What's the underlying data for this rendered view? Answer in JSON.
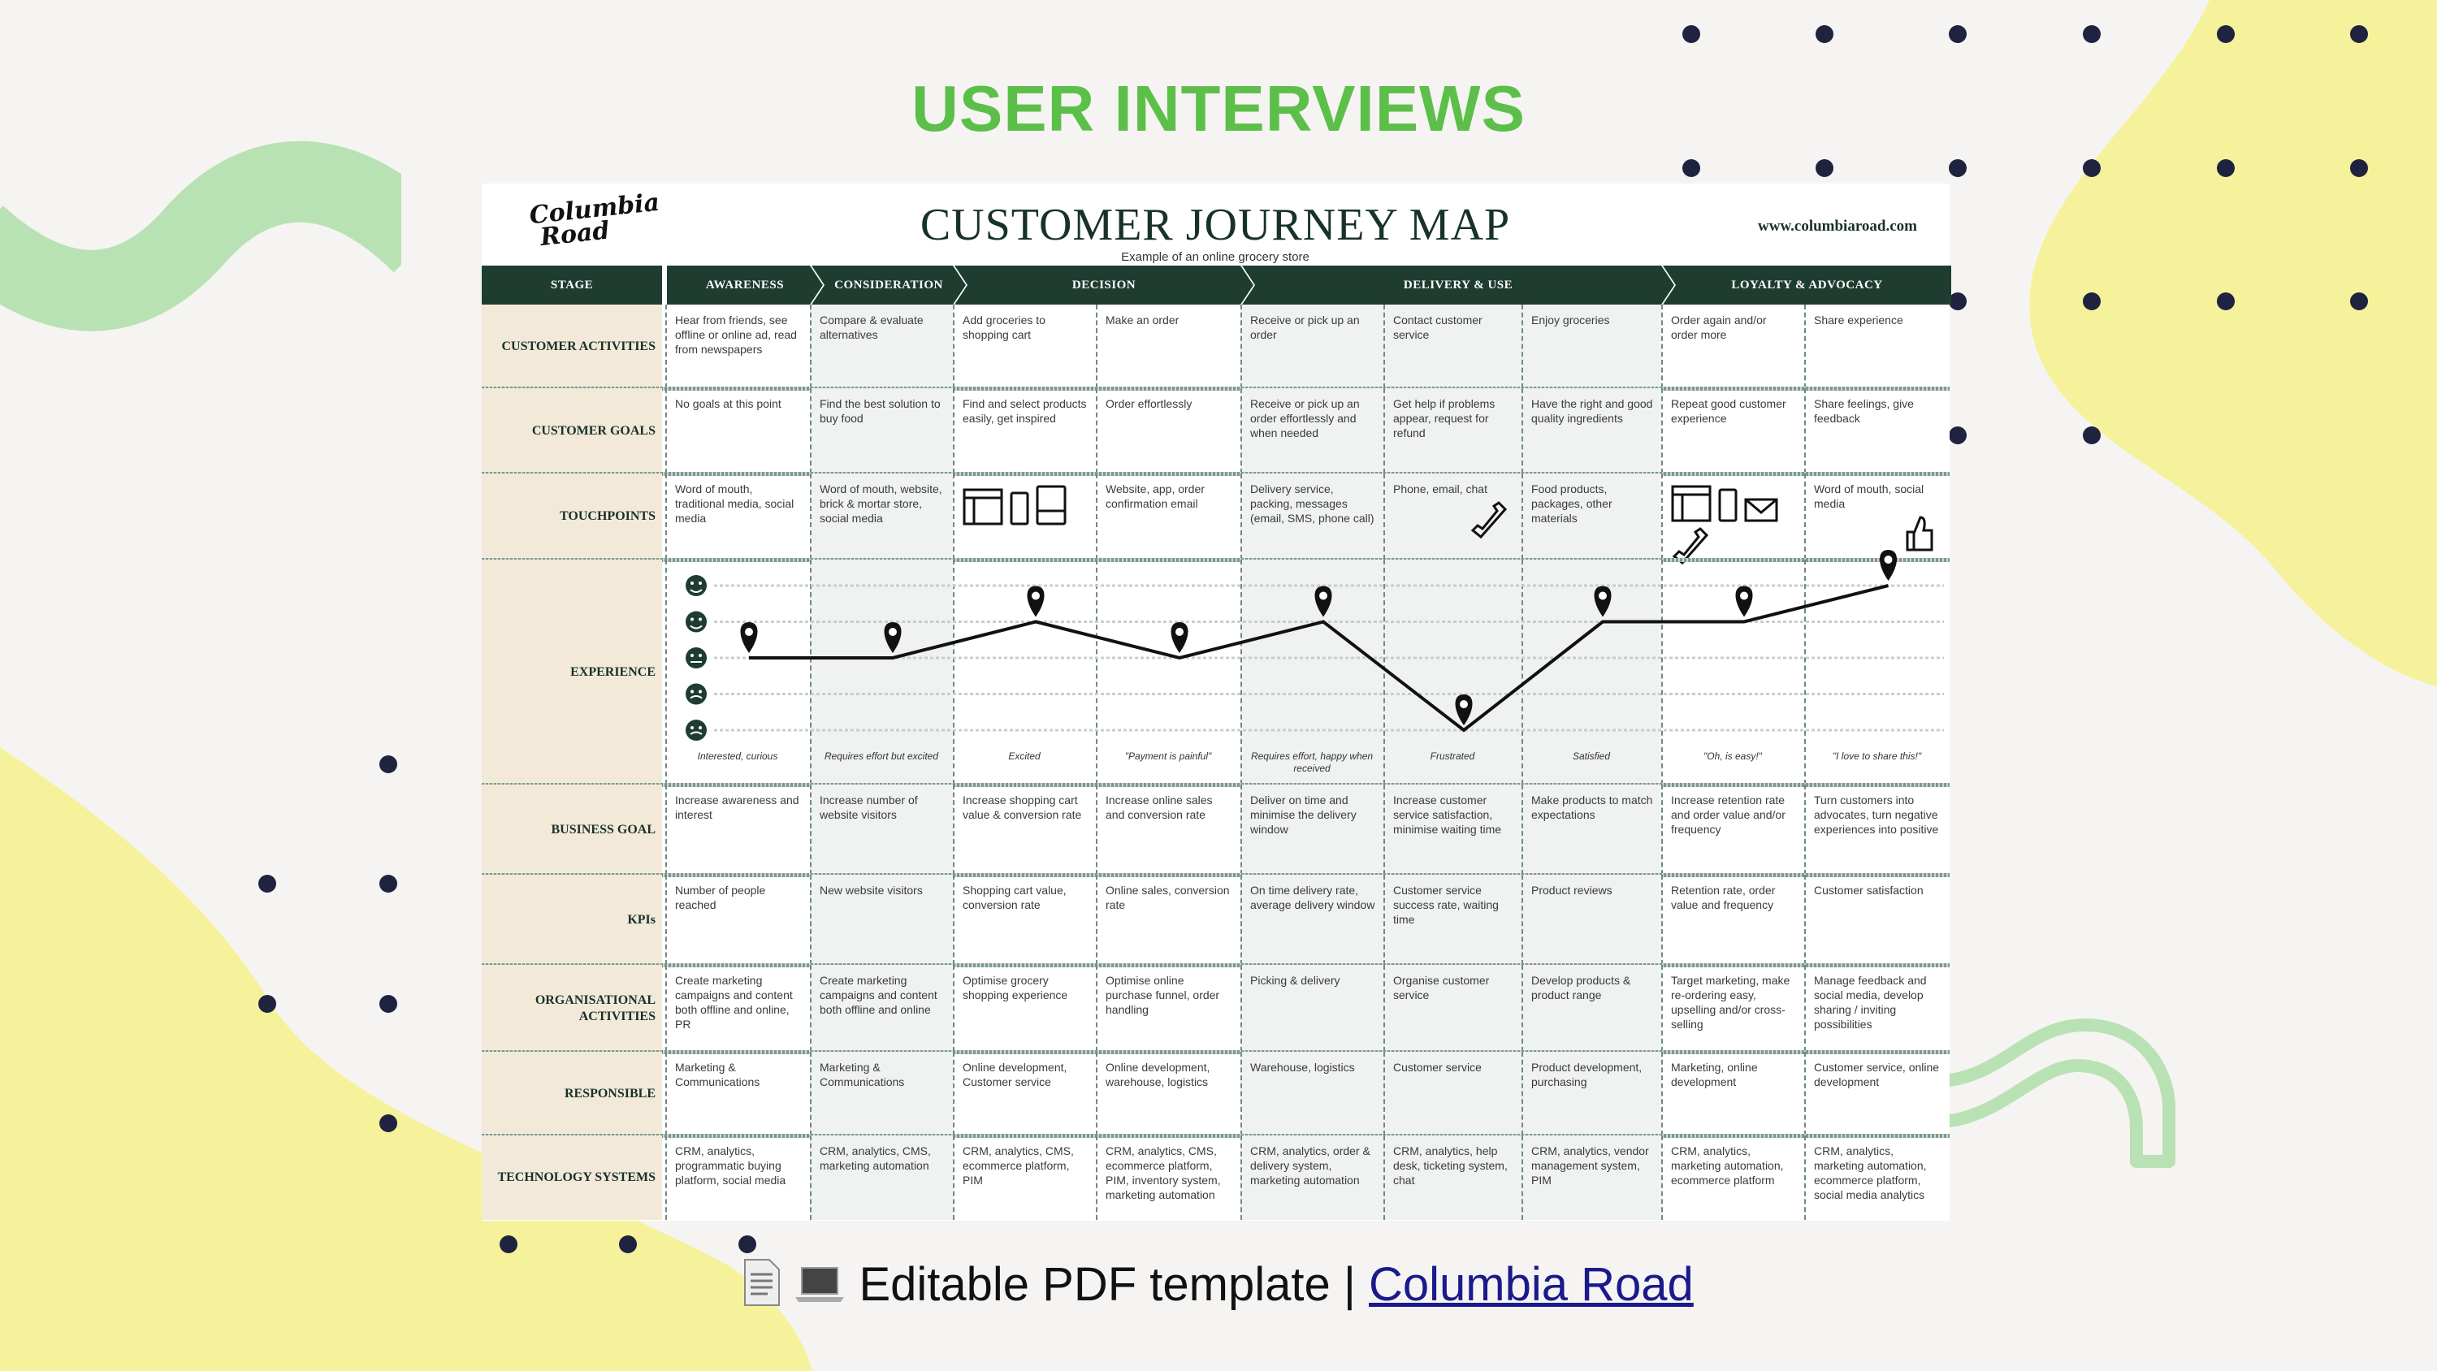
{
  "page_title": "USER INTERVIEWS",
  "map": {
    "logo_text": "Columbia Road",
    "title": "CUSTOMER JOURNEY MAP",
    "subtitle": "Example of an online grocery store",
    "url": "www.columbiaroad.com",
    "stage_label": "STAGE",
    "stages": [
      {
        "label": "AWARENESS",
        "span": 1
      },
      {
        "label": "CONSIDERATION",
        "span": 1
      },
      {
        "label": "DECISION",
        "span": 2
      },
      {
        "label": "DELIVERY & USE",
        "span": 3
      },
      {
        "label": "LOYALTY & ADVOCACY",
        "span": 2
      }
    ],
    "rows": [
      {
        "label": "CUSTOMER ACTIVITIES",
        "cells": [
          "Hear from friends, see offline or online ad, read from newspapers",
          "Compare & evaluate alternatives",
          "Add groceries to shopping cart",
          "Make an order",
          "Receive or pick up an order",
          "Contact customer service",
          "Enjoy groceries",
          "Order again and/or order more",
          "Share experience"
        ]
      },
      {
        "label": "CUSTOMER GOALS",
        "cells": [
          "No goals at this point",
          "Find the best solution to buy food",
          "Find and select products easily, get inspired",
          "Order effortlessly",
          "Receive or pick up an order effortlessly and when needed",
          "Get help if problems appear, request for refund",
          "Have the right and good quality ingredients",
          "Repeat good customer experience",
          "Share feelings, give feedback"
        ]
      },
      {
        "label": "TOUCHPOINTS",
        "cells": [
          "Word of mouth, traditional media, social media",
          "Word of mouth, website, brick & mortar store, social media",
          "",
          "Website, app, order confirmation email",
          "Delivery service, packing, messages (email, SMS, phone call)",
          "Phone, email, chat",
          "Food products, packages, other materials",
          "",
          "Word of mouth, social media"
        ]
      },
      {
        "label": "EXPERIENCE",
        "cells": [
          "",
          "",
          "",
          "",
          "",
          "",
          "",
          "",
          ""
        ]
      },
      {
        "label": "BUSINESS GOAL",
        "cells": [
          "Increase awareness and interest",
          "Increase number of website visitors",
          "Increase shopping cart value & conversion rate",
          "Increase online sales and conversion rate",
          "Deliver on time and minimise the delivery window",
          "Increase customer service satisfaction, minimise waiting time",
          "Make products to match expectations",
          "Increase retention rate and order value and/or frequency",
          "Turn customers into advocates, turn negative experiences into positive"
        ]
      },
      {
        "label": "KPIs",
        "cells": [
          "Number of people reached",
          "New website visitors",
          "Shopping cart value, conversion rate",
          "Online sales, conversion rate",
          "On time delivery rate, average delivery window",
          "Customer service success rate, waiting time",
          "Product reviews",
          "Retention rate, order value and frequency",
          "Customer satisfaction"
        ]
      },
      {
        "label": "ORGANISATIONAL ACTIVITIES",
        "cells": [
          "Create marketing campaigns and content both offline and online, PR",
          "Create marketing campaigns and content both offline and online",
          "Optimise grocery shopping experience",
          "Optimise online purchase funnel, order handling",
          "Picking & delivery",
          "Organise customer service",
          "Develop products & product range",
          "Target marketing, make re-ordering easy, upselling and/or cross-selling",
          "Manage feedback and social media, develop sharing / inviting possibilities"
        ]
      },
      {
        "label": "RESPONSIBLE",
        "cells": [
          "Marketing & Communications",
          "Marketing & Communications",
          "Online development, Customer service",
          "Online development, warehouse, logistics",
          "Warehouse, logistics",
          "Customer service",
          "Product development, purchasing",
          "Marketing, online development",
          "Customer service, online development"
        ]
      },
      {
        "label": "TECHNOLOGY SYSTEMS",
        "cells": [
          "CRM, analytics, programmatic buying platform, social media",
          "CRM, analytics, CMS, marketing automation",
          "CRM, analytics, CMS, ecommerce platform, PIM",
          "CRM, analytics, CMS, ecommerce platform, PIM, inventory system, marketing automation",
          "CRM, analytics, order & delivery system, marketing automation",
          "CRM, analytics, help desk, ticketing system, chat",
          "CRM, analytics, vendor management system, PIM",
          "CRM, analytics, marketing automation, ecommerce platform",
          "CRM, analytics, marketing automation, ecommerce platform, social media analytics"
        ]
      }
    ],
    "experience": {
      "scale_max": 5,
      "levels": [
        3,
        3,
        4,
        3,
        4,
        1,
        4,
        4,
        5
      ],
      "captions": [
        "Interested, curious",
        "Requires effort but excited",
        "Excited",
        "\"Payment is painful\"",
        "Requires effort, happy when received",
        "Frustrated",
        "Satisfied",
        "\"Oh, is easy!\"",
        "\"I love to share this!\""
      ]
    },
    "touchpoint_icons": {
      "2": [
        "browser-icon",
        "phone-icon",
        "tablet-icon"
      ],
      "5": [
        "telephone-icon"
      ],
      "7": [
        "browser-icon",
        "phone-icon",
        "mail-icon",
        "telephone-icon"
      ],
      "8": [
        "thumbs-up-icon"
      ]
    }
  },
  "footer": {
    "icons": [
      "document-icon",
      "laptop-icon"
    ],
    "text": "Editable PDF template | ",
    "link_text": "Columbia Road"
  },
  "colors": {
    "title_green": "#5cbf4a",
    "stage_dark": "#1e3d30",
    "label_bg": "#f3e9d8",
    "link": "#1a1a8c"
  }
}
